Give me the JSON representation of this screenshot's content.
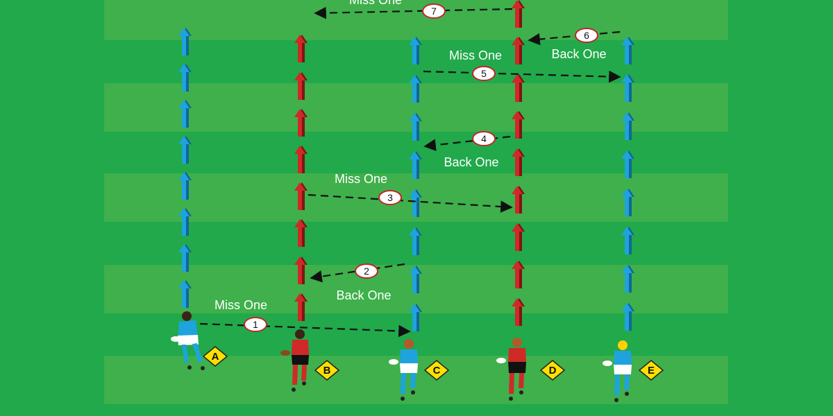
{
  "colors": {
    "grass": "#21a94b",
    "stripe": "#3fb04b",
    "blue_team": "#1ea3dc",
    "red_team": "#cf2a27",
    "cone": "#ffe000",
    "pass_line": "#111111",
    "label_text": "#ffffff"
  },
  "labels": {
    "miss_one": "Miss One",
    "back_one": "Back One"
  },
  "pass_numbers": [
    "1",
    "2",
    "3",
    "4",
    "5",
    "6",
    "7"
  ],
  "players": [
    {
      "id": "A",
      "label": "A",
      "team": "blue"
    },
    {
      "id": "B",
      "label": "B",
      "team": "red"
    },
    {
      "id": "C",
      "label": "C",
      "team": "blue"
    },
    {
      "id": "D",
      "label": "D",
      "team": "red"
    },
    {
      "id": "E",
      "label": "E",
      "team": "blue"
    }
  ],
  "icons": {
    "run_arrow": "up-arrow-icon",
    "cone": "diamond-cone-icon",
    "player": "rugby-player-icon"
  }
}
